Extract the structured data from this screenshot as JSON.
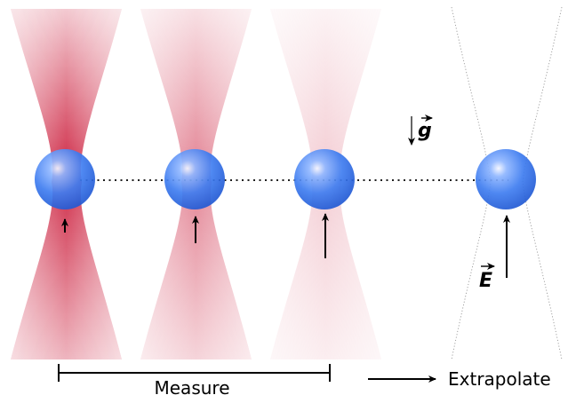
{
  "labels": {
    "gravity_symbol": "g",
    "field_symbol": "E",
    "measure": "Measure",
    "extrapolate": "Extrapolate"
  },
  "beams": [
    {
      "name": "beam-1",
      "opacity": 0.95
    },
    {
      "name": "beam-2",
      "opacity": 0.55
    },
    {
      "name": "beam-3",
      "opacity": 0.22
    },
    {
      "name": "beam-4-extrapolated",
      "style": "dotted-outline"
    }
  ],
  "colors": {
    "beam": "#cc1f3d",
    "particle": "#2a6de8",
    "particle_highlight": "#eef3ff",
    "ink": "#000000"
  }
}
